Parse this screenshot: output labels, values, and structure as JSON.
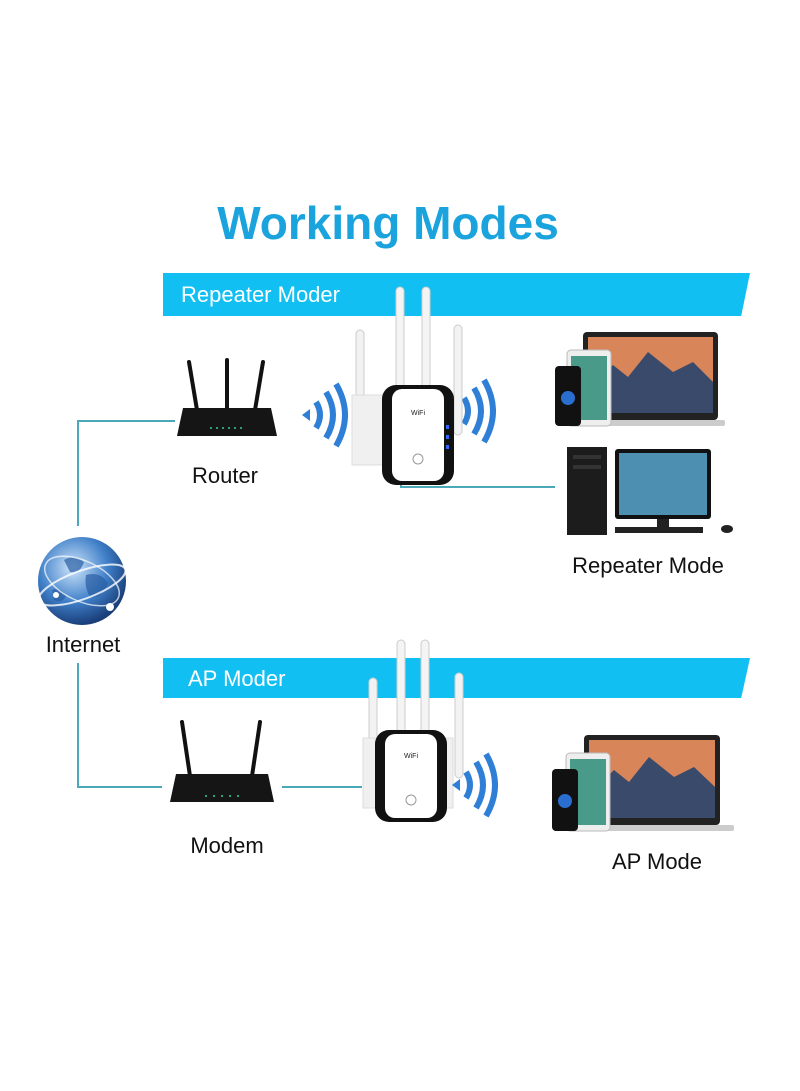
{
  "title": "Working Modes",
  "repeater_section": {
    "banner": "Repeater Moder",
    "router_label": "Router",
    "clients_label": "Repeater Mode",
    "device_text": "WiFi"
  },
  "ap_section": {
    "banner": "AP Moder",
    "modem_label": "Modem",
    "clients_label": "AP Mode",
    "device_text": "WiFi"
  },
  "internet_label": "Internet",
  "colors": {
    "accent": "#1aa3dc",
    "banner": "#12bff2",
    "line": "#4aa8b8",
    "wave": "#2f7fd6"
  }
}
